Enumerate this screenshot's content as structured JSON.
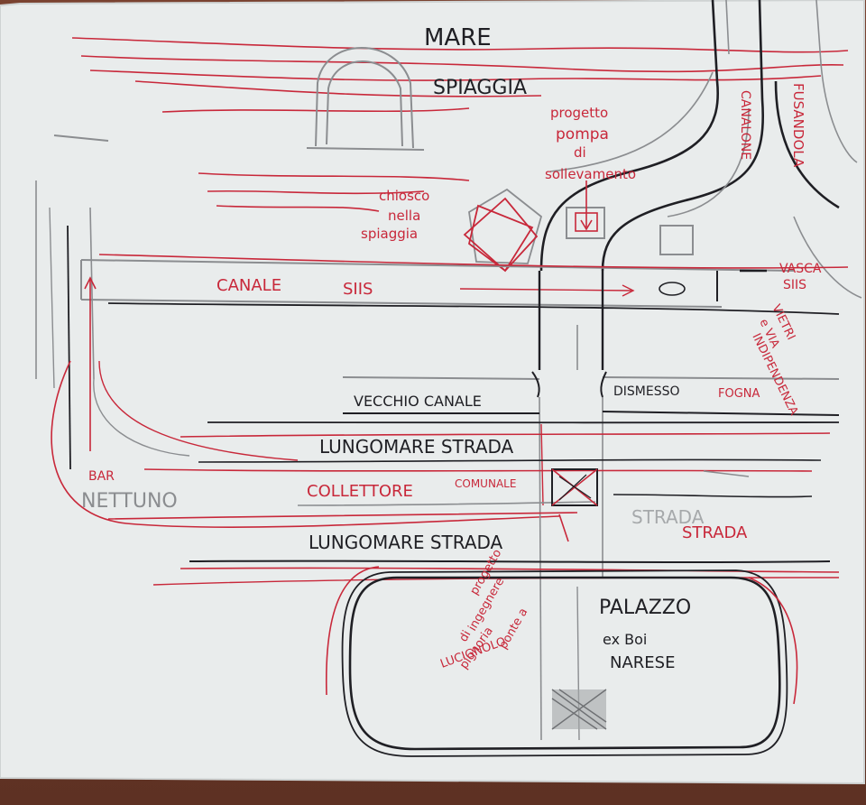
{
  "labels": {
    "mare": "MARE",
    "spiaggia": "SPIAGGIA",
    "canalone": "CANALONE",
    "fusandola": "FUSANDOLA",
    "progetto_pompa": [
      "progetto",
      "pompa",
      "di",
      "sollevamento"
    ],
    "chiosco": [
      "chiosco",
      "nella",
      "spiaggia"
    ],
    "canale_siis": [
      "CANALE",
      "SIIS"
    ],
    "vasca_siis": [
      "VASCA",
      "SIIS"
    ],
    "vietri": [
      "VIETRI",
      "e VIA",
      "INDIPENDENZA"
    ],
    "vecchio_canale": "VECCHIO CANALE",
    "dismesso": "DISMESSO",
    "fogna": "FOGNA",
    "lungomare_1": "LUNGOMARE STRADA",
    "collettore": "COLLETTORE",
    "comunale": "COMUNALE",
    "bar": "BAR",
    "nettuno": "NETTUNO",
    "lungomare_2": "LUNGOMARE STRADA",
    "strada": "STRADA",
    "strada_grey": "STRADA",
    "progetto_ingegnere": [
      "progetto",
      "ingegnere",
      "di",
      "ponte a",
      "pignoria",
      "LUCIGNOLO"
    ],
    "palazzo": [
      "PALAZZO",
      "ex Boi",
      "NARESE"
    ]
  },
  "colors": {
    "paper": "#e9ecec",
    "pencil": "#8b8d90",
    "ink_black": "#1f1f24",
    "ink_red": "#c8283a"
  }
}
